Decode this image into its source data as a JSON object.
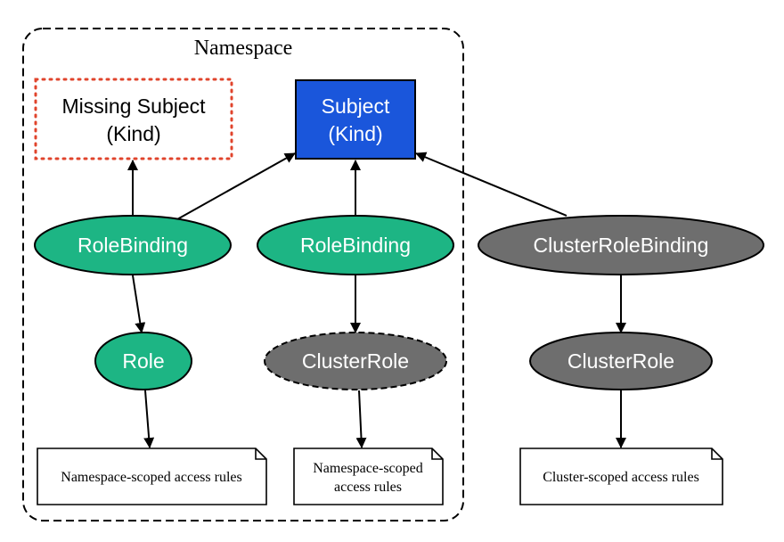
{
  "namespace": {
    "title": "Namespace"
  },
  "nodes": {
    "missing_subject": {
      "line1": "Missing Subject",
      "line2": "(Kind)"
    },
    "subject": {
      "line1": "Subject",
      "line2": "(Kind)",
      "fill": "#1a56db"
    },
    "rolebinding_left": {
      "label": "RoleBinding",
      "fill": "#1db584"
    },
    "rolebinding_mid": {
      "label": "RoleBinding",
      "fill": "#1db584"
    },
    "clusterrolebinding": {
      "label": "ClusterRoleBinding",
      "fill": "#6e6e6e"
    },
    "role": {
      "label": "Role",
      "fill": "#1db584"
    },
    "clusterrole_mid": {
      "label": "ClusterRole",
      "fill": "#6e6e6e"
    },
    "clusterrole_right": {
      "label": "ClusterRole",
      "fill": "#6e6e6e"
    },
    "note_left": {
      "line1": "Namespace-scoped access rules"
    },
    "note_mid": {
      "line1": "Namespace-scoped",
      "line2": "access rules"
    },
    "note_right": {
      "line1": "Cluster-scoped access rules"
    }
  },
  "colors": {
    "missing_border": "#e0442c",
    "edge": "#000000"
  }
}
